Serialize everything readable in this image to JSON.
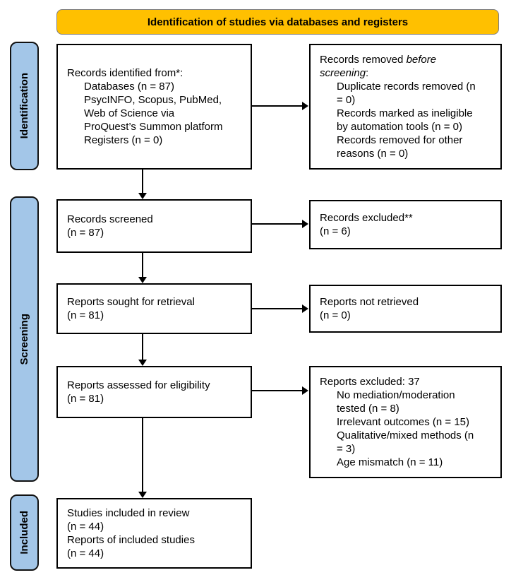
{
  "banner": {
    "title": "Identification of studies via databases and registers"
  },
  "sidebar": {
    "identification_label": "Identification",
    "screening_label": "Screening",
    "included_label": "Included"
  },
  "colors": {
    "banner_fill": "#FFC000",
    "sidebar_fill": "#A3C6E8"
  },
  "boxes": {
    "records_identified": {
      "intro": "Records identified from*:",
      "line_databases": "Databases (n = 87)",
      "line_sources_1": "PsycINFO, Scopus, PubMed,",
      "line_sources_2": "Web of Science via",
      "line_sources_3": "ProQuest’s Summon platform",
      "line_registers": "Registers (n = 0)"
    },
    "records_removed": {
      "intro_1_regular": "Records removed ",
      "intro_1_italic": "before",
      "intro_2_italic": "screening",
      "intro_2_colon": ":",
      "line_duplicate_1": "Duplicate records removed (n",
      "line_duplicate_2": "= 0)",
      "line_automation_1": "Records marked as ineligible",
      "line_automation_2": "by automation tools (n = 0)",
      "line_other_1": "Records removed for other",
      "line_other_2": "reasons (n = 0)"
    },
    "records_screened": {
      "line1": "Records screened",
      "line2": "(n = 87)"
    },
    "records_excluded": {
      "line1": "Records excluded**",
      "line2": "(n = 6)"
    },
    "reports_sought": {
      "line1": "Reports sought for retrieval",
      "line2": "(n = 81)"
    },
    "reports_not_retrieved": {
      "line1": "Reports not retrieved",
      "line2": "(n = 0)"
    },
    "reports_assessed": {
      "line1": "Reports assessed for eligibility",
      "line2": "(n = 81)"
    },
    "reports_excluded": {
      "intro": "Reports excluded: 37",
      "line_mediation_1": "No mediation/moderation",
      "line_mediation_2": "tested (n = 8)",
      "line_outcomes": "Irrelevant outcomes (n = 15)",
      "line_qualitative_1": "Qualitative/mixed methods (n",
      "line_qualitative_2": "= 3)",
      "line_age": "Age mismatch (n = 11)"
    },
    "studies_included": {
      "line1": "Studies included in review",
      "line2": "(n = 44)",
      "line3": "Reports of included studies",
      "line4": "(n = 44)"
    }
  }
}
